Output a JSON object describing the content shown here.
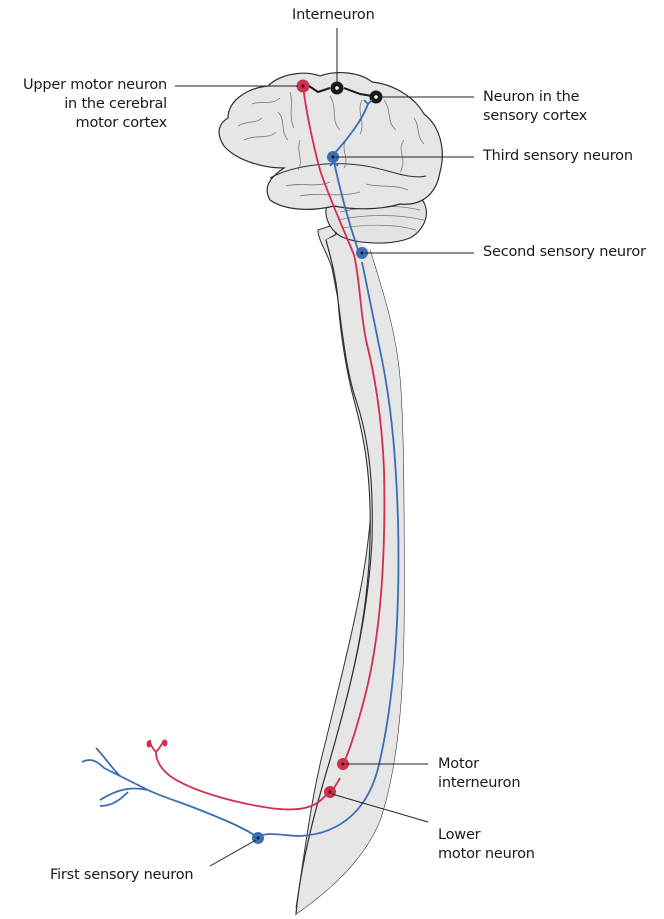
{
  "figure": {
    "topic": "Motor and sensory neuron pathways between brain and spinal cord",
    "colors": {
      "motor": "#d2304a",
      "sensory": "#3a6fb5",
      "interneuron": "#1a1a1a",
      "tissue_fill": "#e6e6e6",
      "outline": "#333333",
      "leader_line": "#222222"
    }
  },
  "labels": {
    "interneuron": [
      "Interneuron"
    ],
    "upper_motor_neuron": [
      "Upper motor neuron",
      "in the cerebral",
      "motor cortex"
    ],
    "neuron_sensory_cortex": [
      "Neuron in the",
      "sensory cortex"
    ],
    "third_sensory_neuron": [
      "Third sensory neuron"
    ],
    "second_sensory_neuron": [
      "Second sensory neuror"
    ],
    "motor_interneuron": [
      "Motor",
      "interneuron"
    ],
    "lower_motor_neuron": [
      "Lower",
      "motor neuron"
    ],
    "first_sensory_neuron": [
      "First sensory neuron"
    ]
  }
}
